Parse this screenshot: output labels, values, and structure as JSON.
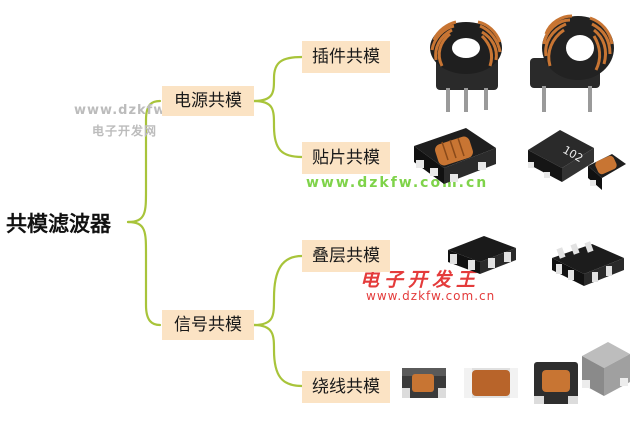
{
  "diagram": {
    "root": "共模滤波器",
    "branches": [
      {
        "label": "电源共模",
        "children": [
          "插件共模",
          "贴片共模"
        ]
      },
      {
        "label": "信号共模",
        "children": [
          "叠层共模",
          "绕线共模"
        ]
      }
    ]
  },
  "watermarks": {
    "url_top_left": "www.dzkfw.com.cn",
    "name_top_left": "电子开发网",
    "url_middle": "www.dzkfw.com.cn",
    "name_logo": "电子开发王",
    "url_logo": "www.dzkfw.com.cn"
  },
  "colors": {
    "connector": "#a8c43a",
    "node_fill": "#fbe3c4",
    "copper": "#c87533",
    "core_dark": "#2a2a2a",
    "watermark_green": "#7fd34a",
    "watermark_red": "#e43b3b"
  },
  "images": [
    "through-hole-toroid-choke-1",
    "through-hole-toroid-choke-2",
    "smd-common-mode-choke-1",
    "smd-common-mode-choke-102",
    "multilayer-chip-filter-1",
    "multilayer-chip-filter-array",
    "wire-wound-chip-choke-1",
    "wire-wound-chip-choke-2",
    "wire-wound-chip-choke-3",
    "wire-wound-chip-choke-4"
  ],
  "chip_marking": "102"
}
